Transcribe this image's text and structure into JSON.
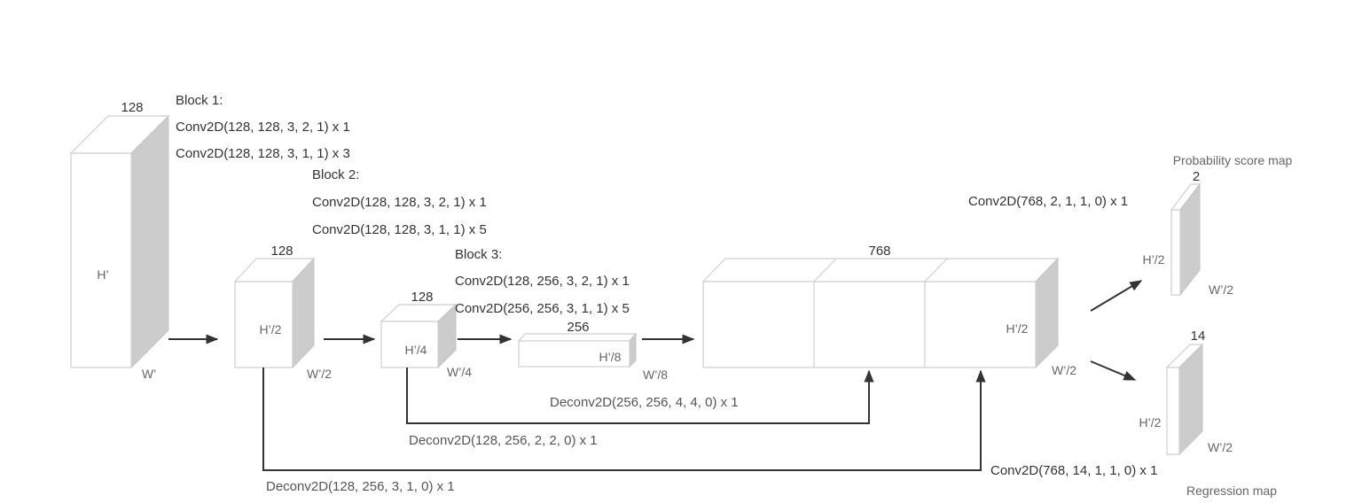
{
  "blocks": {
    "input": {
      "depth": "128",
      "height": "H’",
      "width": "W’"
    },
    "block1_out": {
      "depth": "128",
      "height": "H’/2",
      "width": "W’/2"
    },
    "block2_out": {
      "depth": "128",
      "height": "H’/4",
      "width": "W’/4"
    },
    "block3_out": {
      "depth": "256",
      "height": "H’/8",
      "width": "W’/8"
    },
    "concat": {
      "depth": "768",
      "height": "H’/2",
      "width": "W’/2"
    },
    "prob_map": {
      "depth": "2",
      "height": "H’/2",
      "width": "W’/2",
      "title": "Probability score map"
    },
    "reg_map": {
      "depth": "14",
      "height": "H’/2",
      "width": "W’/2",
      "title": "Regression map"
    }
  },
  "layers": {
    "block1": {
      "title": "Block 1:",
      "line1": "Conv2D(128,  128,  3,  2,  1) x 1",
      "line2": "Conv2D(128,  128,  3,  1,  1) x 3"
    },
    "block2": {
      "title": "Block 2:",
      "line1": "Conv2D(128,  128,  3,  2,  1) x 1",
      "line2": "Conv2D(128,  128,  3,  1,  1) x 5"
    },
    "block3": {
      "title": "Block 3:",
      "line1": "Conv2D(128,  256,  3,  2,  1) x 1",
      "line2": "Conv2D(256,  256,  3,  1,  1) x 5"
    },
    "deconv1": "Deconv2D(128,  256,  3,  1,  0) x 1",
    "deconv2": "Deconv2D(128,  256,  2,  2,  0) x 1",
    "deconv3": "Deconv2D(256,  256,  4,  4,  0) x 1",
    "head_prob": "Conv2D(768,  2,  1,  1,  0) x 1",
    "head_reg": "Conv2D(768,  14,  1,  1,  0) x 1"
  }
}
